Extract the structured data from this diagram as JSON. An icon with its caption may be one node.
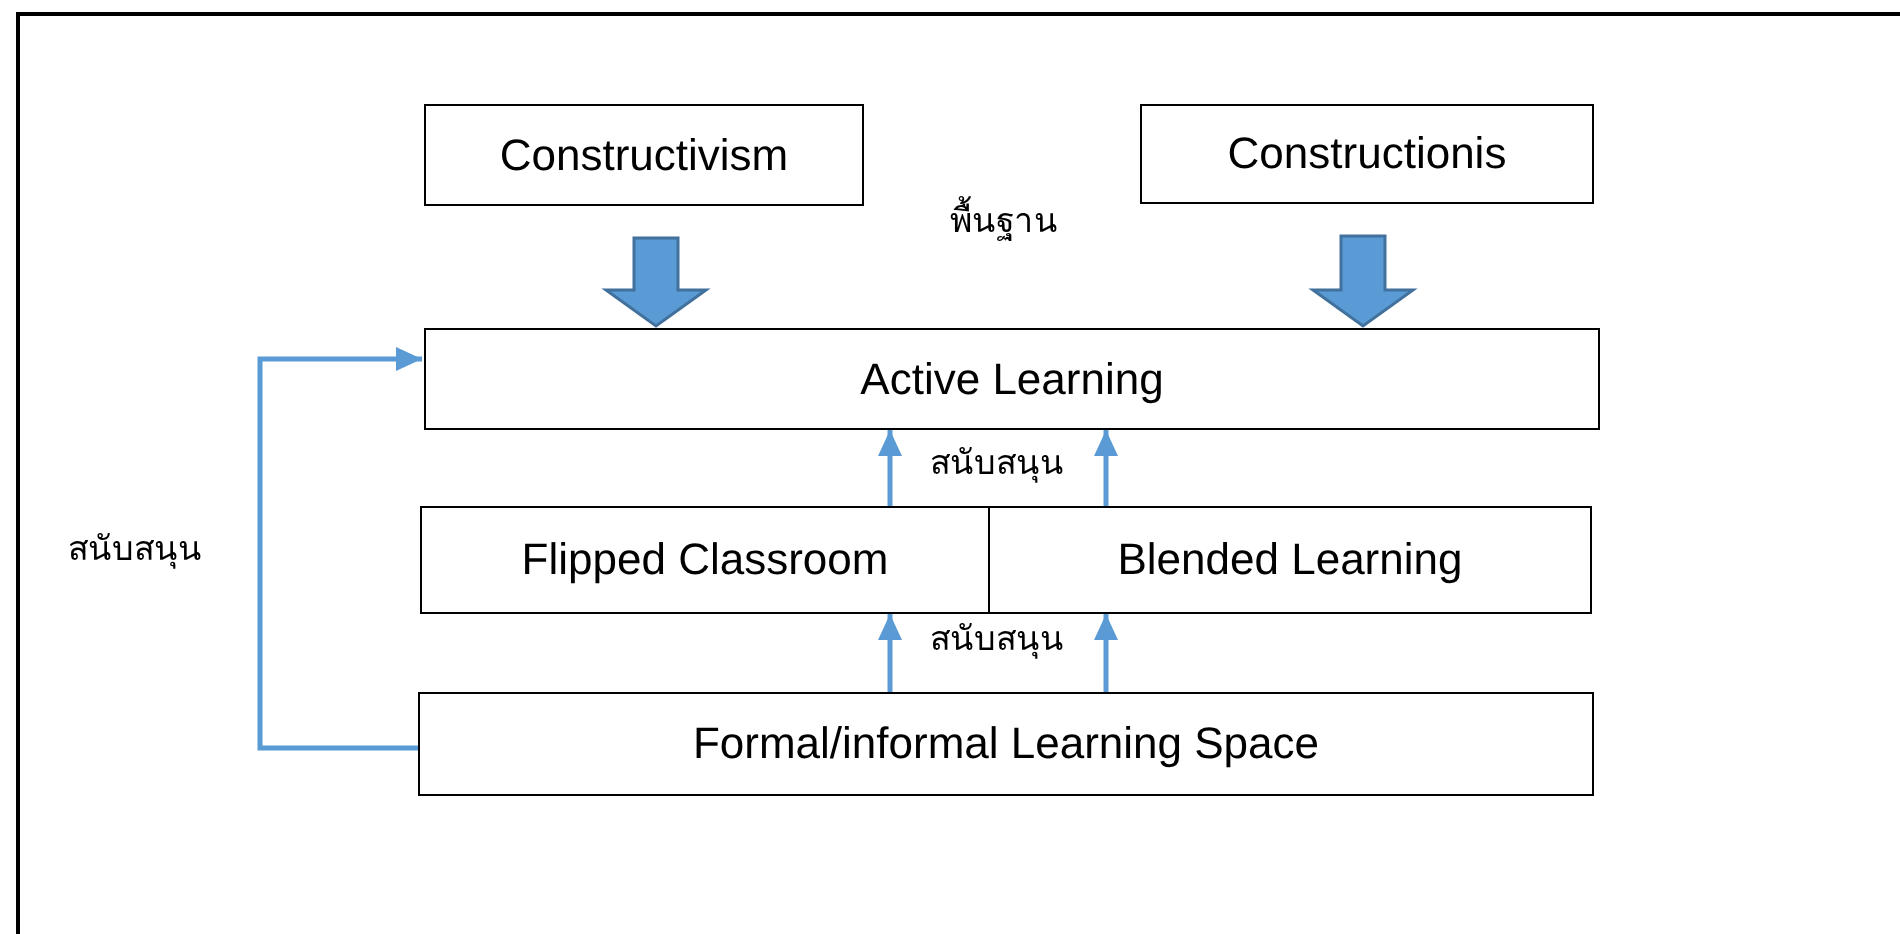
{
  "diagram": {
    "nodes": [
      {
        "text": [
          "Constructivism"
        ]
      },
      {
        "text": [
          "Constructionis"
        ]
      },
      {
        "text": [
          "Active Learning"
        ]
      },
      {
        "text": [
          "Flipped Classroom"
        ]
      },
      {
        "text": [
          "Blended Learning"
        ]
      },
      {
        "text": [
          "Formal/informal Learning Space"
        ]
      }
    ],
    "edges": [
      {
        "from": 0,
        "to": 2,
        "arrow": "to",
        "style": "thick"
      },
      {
        "from": 1,
        "to": 2,
        "arrow": "to",
        "style": "thick"
      },
      {
        "from": 3,
        "to": 2,
        "arrow": "to"
      },
      {
        "from": 4,
        "to": 2,
        "arrow": "to"
      },
      {
        "from": 5,
        "to": 3,
        "arrow": "to"
      },
      {
        "from": 5,
        "to": 4,
        "arrow": "to"
      },
      {
        "from": 5,
        "to": 2,
        "arrow": "to",
        "label": "สนับสนุน"
      }
    ],
    "labels": [
      "พื้นฐาน",
      "สนับสนุน",
      "สนับสนุน"
    ]
  }
}
